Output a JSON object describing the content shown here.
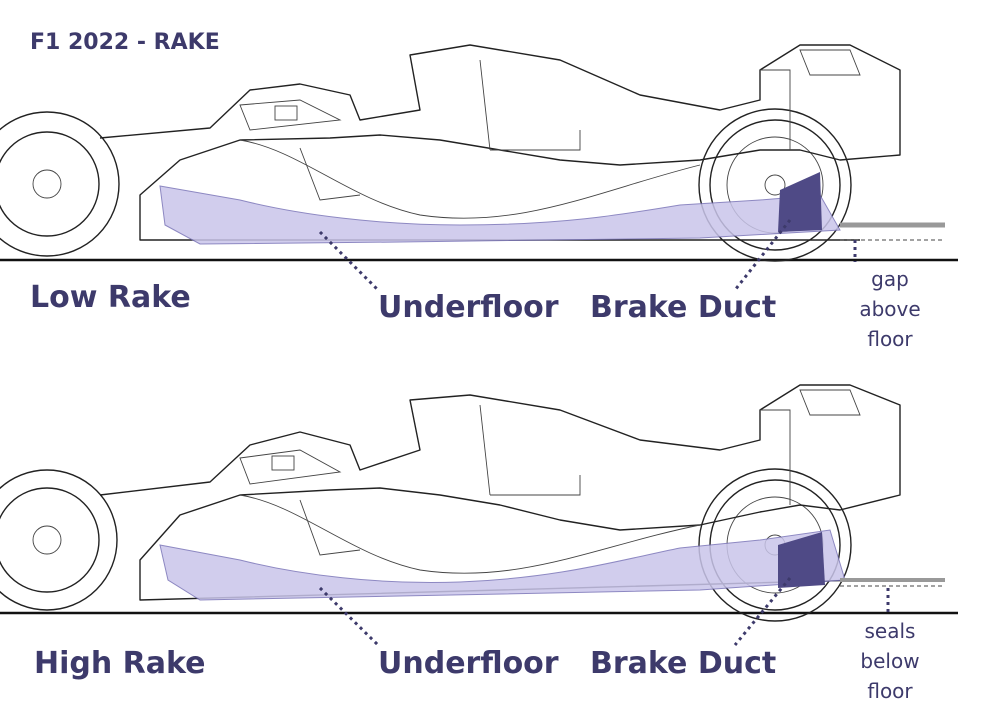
{
  "title": "F1 2022 - RAKE",
  "panels": [
    {
      "label": "Low Rake",
      "underfloor_label": "Underfloor",
      "brake_duct_label": "Brake Duct",
      "note_lines": [
        "gap",
        "above",
        "floor"
      ]
    },
    {
      "label": "High Rake",
      "underfloor_label": "Underfloor",
      "brake_duct_label": "Brake Duct",
      "note_lines": [
        "seals",
        "below",
        "floor"
      ]
    }
  ],
  "colors": {
    "label_text": "#3d3a6b",
    "floor_fill": "#c9c5ea",
    "brake_duct_fill": "#4f4a86",
    "ground_line": "#111111"
  }
}
